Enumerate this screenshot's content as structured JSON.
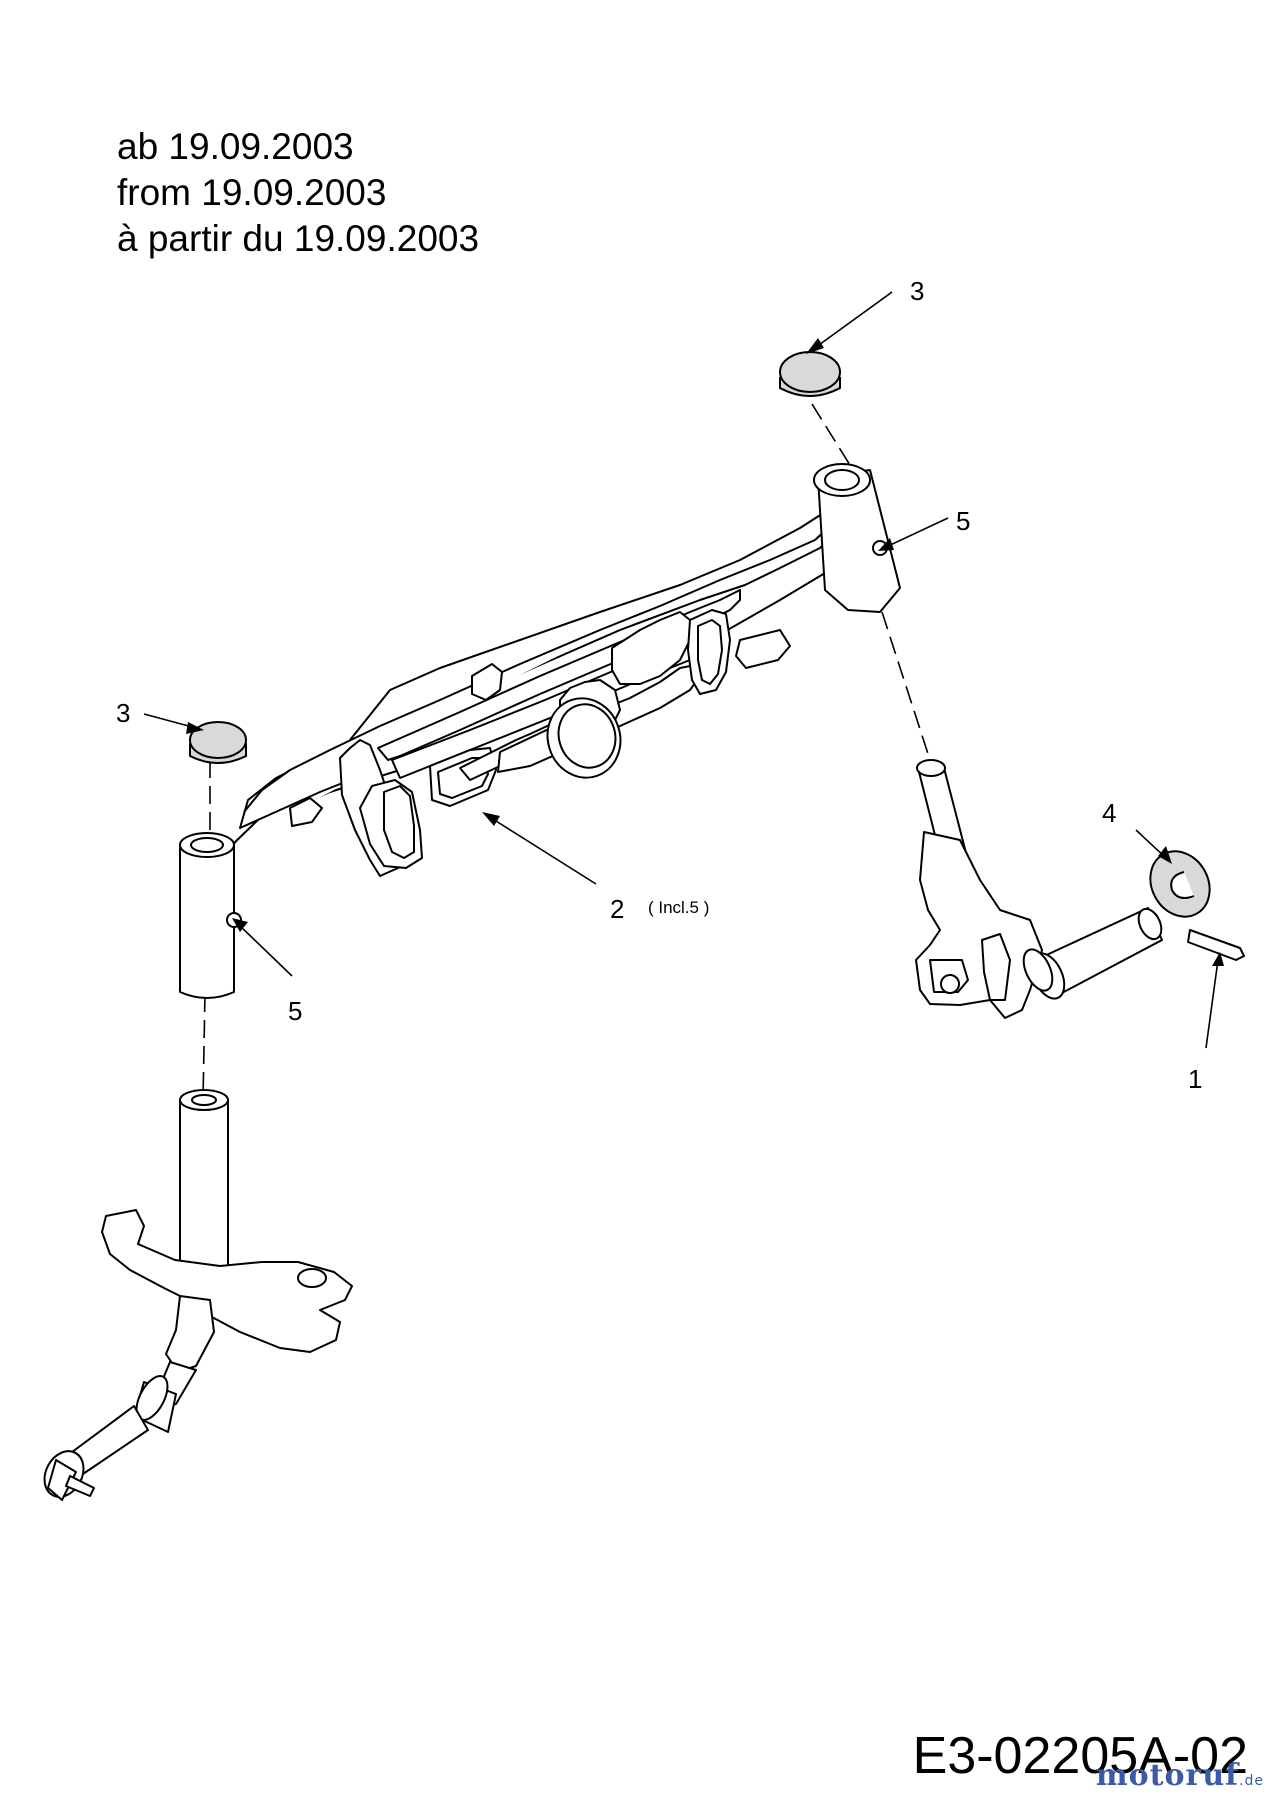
{
  "header": {
    "lines": [
      "ab 19.09.2003",
      "from 19.09.2003",
      "à partir du 19.09.2003"
    ]
  },
  "callouts": {
    "cap_right": "3",
    "cap_left": "3",
    "bolt_right": "5",
    "bolt_left": "5",
    "axle": "2",
    "axle_note": "( Incl.5 )",
    "washer": "4",
    "pin": "1"
  },
  "footer": {
    "drawing_number": "E3-02205A-02",
    "watermark": {
      "main": "motoruf",
      "tld": ".de"
    }
  },
  "colors": {
    "line": "#000000",
    "background": "#ffffff",
    "watermark_blue": "#3b5aa8",
    "watermark_orange": "#e08a1e"
  }
}
